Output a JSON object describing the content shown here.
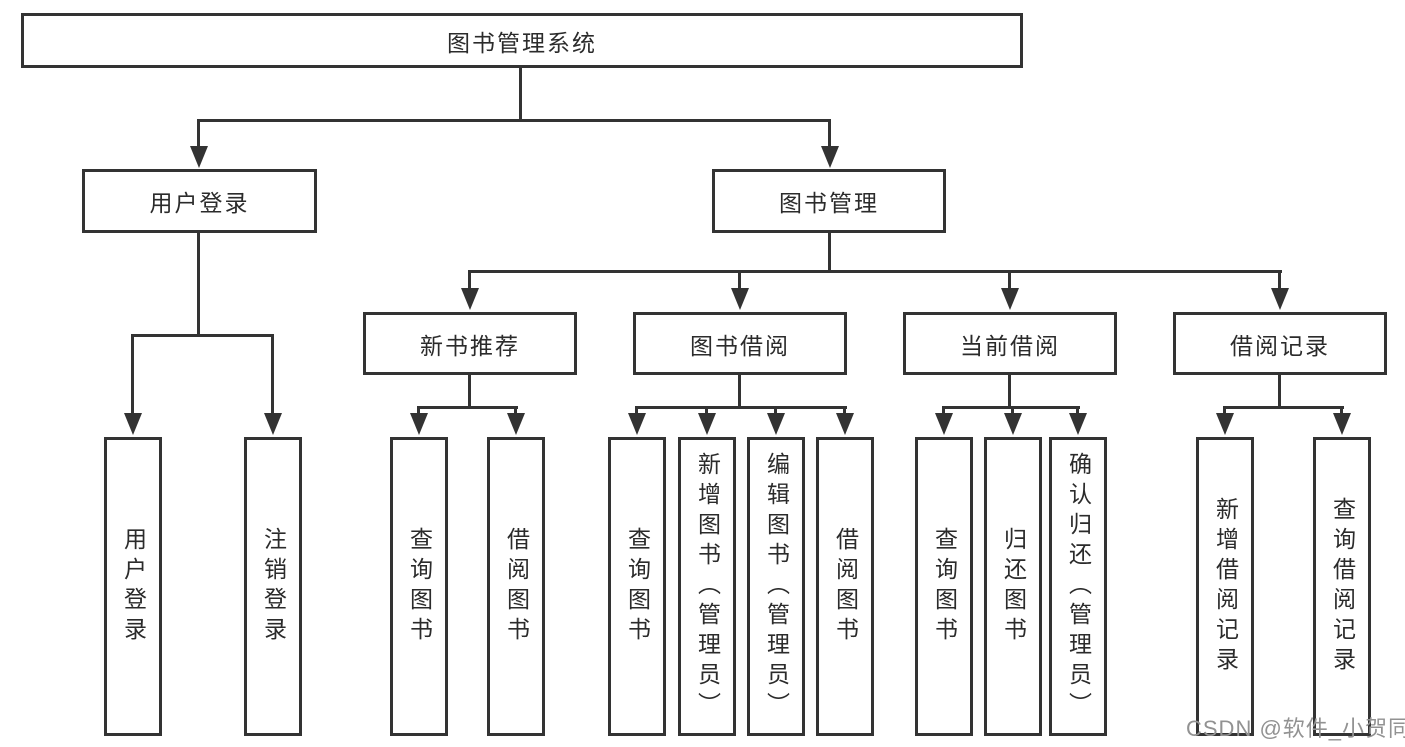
{
  "diagram": {
    "title": "图书管理系统",
    "branches": [
      {
        "label": "用户登录",
        "children": [
          "用户登录",
          "注销登录"
        ]
      },
      {
        "label": "图书管理",
        "sections": [
          {
            "label": "新书推荐",
            "children": [
              "查询图书",
              "借阅图书"
            ]
          },
          {
            "label": "图书借阅",
            "children": [
              "查询图书",
              "新增图书（管理员）",
              "编辑图书（管理员）",
              "借阅图书"
            ]
          },
          {
            "label": "当前借阅",
            "children": [
              "查询图书",
              "归还图书",
              "确认归还（管理员）"
            ]
          },
          {
            "label": "借阅记录",
            "children": [
              "新增借阅记录",
              "查询借阅记录"
            ]
          }
        ]
      }
    ]
  },
  "watermark": {
    "text": "CSDN @软件_小贺同学"
  },
  "colors": {
    "line": "#333333",
    "text": "#2b2b2b",
    "watermark": "#929292",
    "background": "#ffffff"
  }
}
